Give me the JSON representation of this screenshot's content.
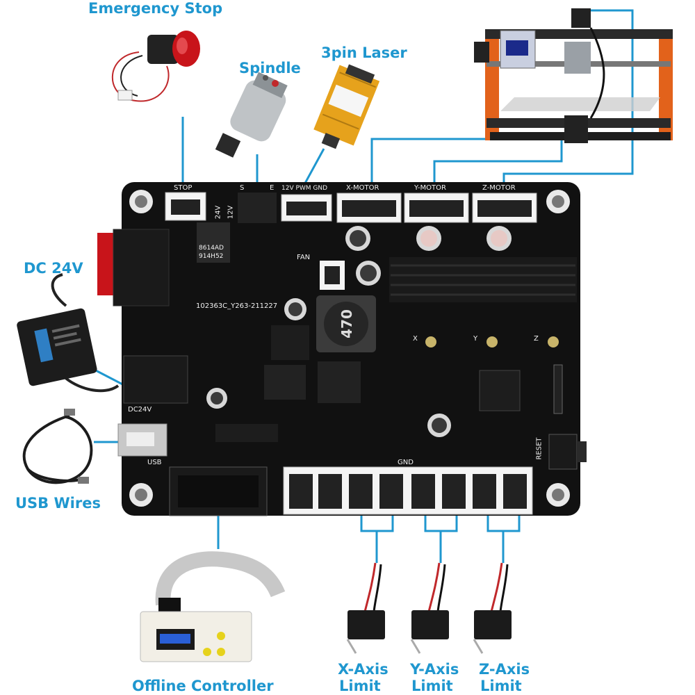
{
  "labels": {
    "emergency_stop": "Emergency Stop",
    "spindle": "Spindle",
    "laser": "3pin Laser",
    "dc": "DC 24V",
    "usb_wires": "USB Wires",
    "offline_controller": "Offline Controller",
    "x_limit_line1": "X-Axis",
    "x_limit_line2": "Limit",
    "y_limit_line1": "Y-Axis",
    "y_limit_line2": "Limit",
    "z_limit_line1": "Z-Axis",
    "z_limit_line2": "Limit"
  },
  "board": {
    "stop": "STOP",
    "s": "S",
    "e": "E",
    "pwm": "12V PWM GND",
    "x_motor": "X-MOTOR",
    "y_motor": "Y-MOTOR",
    "z_motor": "Z-MOTOR",
    "v24": "24V",
    "v12": "12V",
    "fan": "FAN",
    "part_no": "102363C_Y263-211227",
    "dc24v": "DC24V",
    "usb": "USB",
    "gnd": "GND",
    "reset": "RESET",
    "inductor": "470",
    "ic1": "8614AD",
    "ic2": "914H52",
    "x": "X",
    "y": "Y",
    "z": "Z"
  },
  "colors": {
    "accent": "#1f97cf",
    "board": "#111111",
    "frame": "#e2621b",
    "laser_body": "#e6a21c"
  }
}
